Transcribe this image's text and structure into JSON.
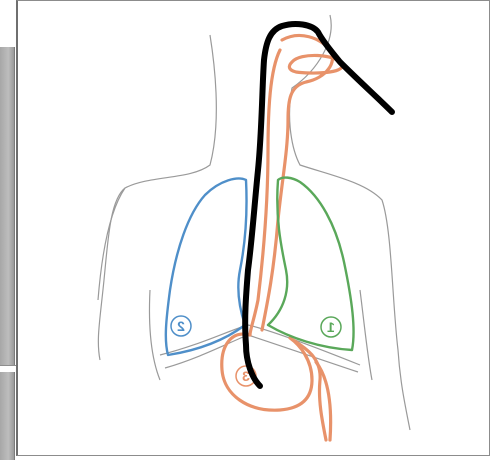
{
  "diagram": {
    "labels": [
      {
        "id": "left-lung-number",
        "text": "1",
        "color": "#5aa85a"
      },
      {
        "id": "right-lung-number",
        "text": "2",
        "color": "#4f8fc9"
      },
      {
        "id": "stomach-number",
        "text": "3",
        "color": "#e8926a"
      }
    ],
    "colors": {
      "outline": "#9a9a9a",
      "esophagus": "#e8926a",
      "left_lung": "#5aa85a",
      "right_lung": "#4f8fc9",
      "tube": "#000000"
    }
  }
}
